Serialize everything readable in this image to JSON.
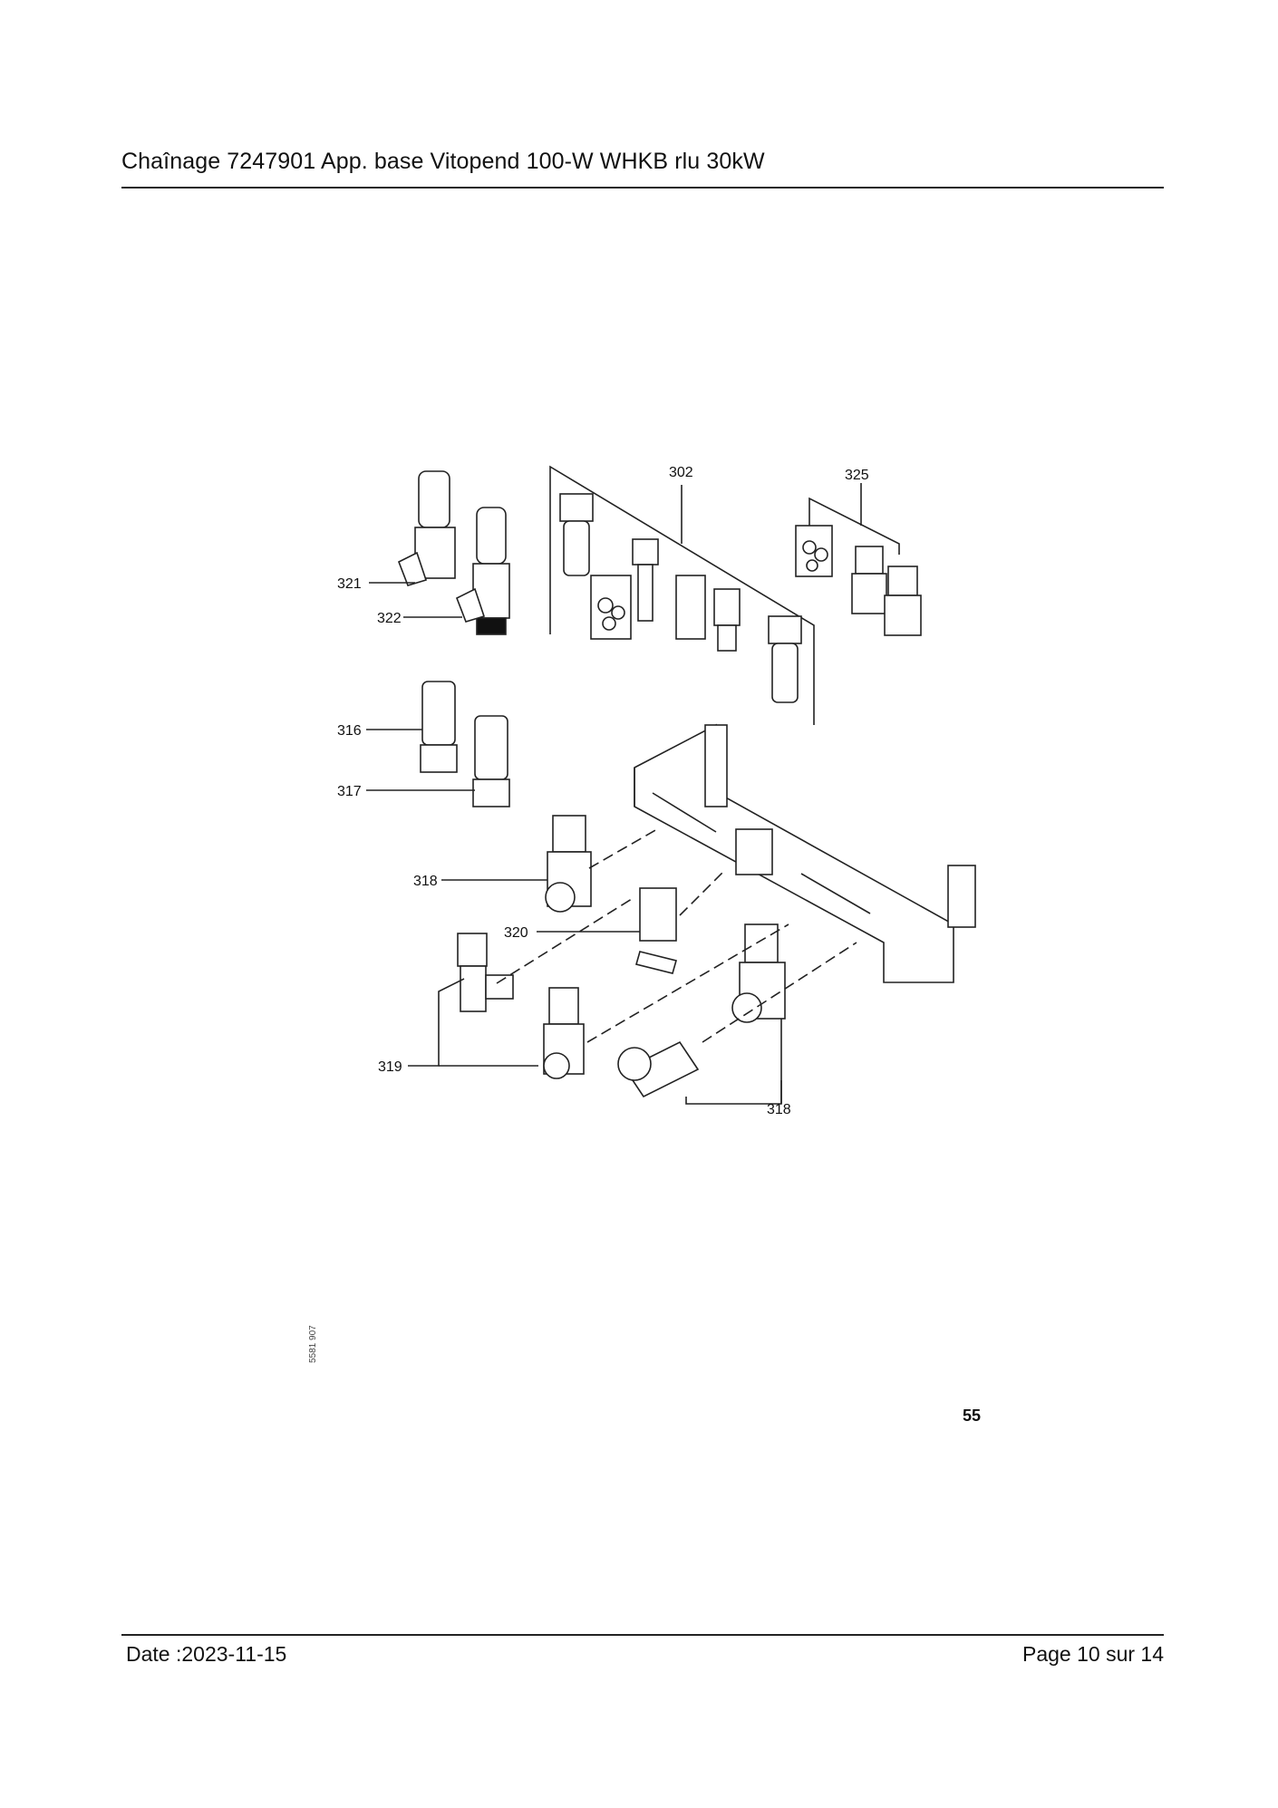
{
  "header": {
    "title": "Chaînage 7247901 App. base Vitopend 100-W WHKB rlu 30kW"
  },
  "diagram": {
    "callouts": [
      "302",
      "325",
      "321",
      "322",
      "316",
      "317",
      "318",
      "320",
      "319",
      "318"
    ],
    "figure_number": "55",
    "drawing_id": "5581 907"
  },
  "footer": {
    "date": "Date :2023-11-15",
    "page": "Page 10 sur  14"
  }
}
